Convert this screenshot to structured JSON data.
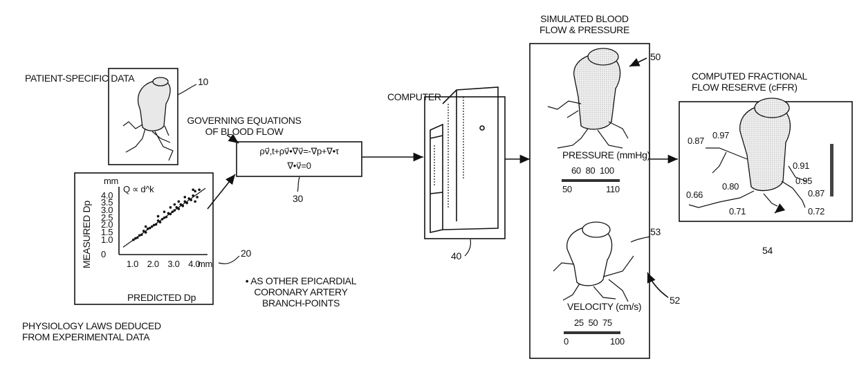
{
  "labels": {
    "patient_data": "PATIENT-SPECIFIC DATA",
    "ref_10": "10",
    "governing_line1": "GOVERNING EQUATIONS",
    "governing_line2": "OF BLOOD FLOW",
    "equation_line1": "ρv⃗,t+ρv⃗•∇v⃗=-∇p+∇•τ",
    "equation_line2": "∇•v⃗=0",
    "ref_30": "30",
    "computer": "COMPUTER",
    "ref_40": "40",
    "simulated_line1": "SIMULATED BLOOD",
    "simulated_line2": "FLOW & PRESSURE",
    "ref_50": "50",
    "pressure_label": "PRESSURE (mmHg)",
    "pressure_ticks_top": "60  80  100",
    "pressure_min": "50",
    "pressure_max": "110",
    "velocity_label": "VELOCITY (cm/s)",
    "velocity_ticks_top": "25  50  75",
    "velocity_min": "0",
    "velocity_max": "100",
    "ref_53": "53",
    "ref_52": "52",
    "cffr_line1": "COMPUTED FRACTIONAL",
    "cffr_line2": "FLOW RESERVE (cFFR)",
    "ref_54": "54",
    "cffr_values": [
      "0.87",
      "0.97",
      "0.91",
      "0.95",
      "0.80",
      "0.87",
      "0.66",
      "0.71",
      "0.72"
    ],
    "physiology_line1": "PHYSIOLOGY LAWS DEDUCED",
    "physiology_line2": "FROM EXPERIMENTAL DATA",
    "ref_20": "20",
    "note_line1": "• AS OTHER EPICARDIAL",
    "note_line2": "CORONARY ARTERY",
    "note_line3": "BRANCH-POINTS"
  },
  "chart_data": {
    "type": "scatter",
    "title": "Q ∝ d^k",
    "xlabel": "PREDICTED Dp",
    "ylabel": "MEASURED Dp",
    "x_unit": "mm",
    "y_unit": "mm",
    "x_ticks": [
      "1.0",
      "2.0",
      "3.0",
      "4.0"
    ],
    "y_ticks": [
      "0",
      "1.0",
      "1.5",
      "2.0",
      "2.5",
      "3.0",
      "3.5",
      "4.0"
    ],
    "xlim": [
      0.3,
      4.6
    ],
    "ylim": [
      0,
      4.6
    ],
    "points": [
      [
        1.0,
        1.0
      ],
      [
        1.1,
        1.1
      ],
      [
        1.2,
        1.15
      ],
      [
        1.3,
        1.3
      ],
      [
        1.4,
        1.35
      ],
      [
        1.5,
        1.6
      ],
      [
        1.6,
        1.5
      ],
      [
        1.7,
        1.75
      ],
      [
        1.8,
        1.8
      ],
      [
        1.9,
        1.9
      ],
      [
        2.0,
        2.0
      ],
      [
        2.1,
        2.05
      ],
      [
        2.2,
        2.3
      ],
      [
        2.3,
        2.2
      ],
      [
        2.4,
        2.4
      ],
      [
        2.5,
        2.5
      ],
      [
        2.6,
        2.55
      ],
      [
        2.7,
        2.8
      ],
      [
        2.8,
        2.75
      ],
      [
        2.9,
        2.9
      ],
      [
        3.0,
        3.0
      ],
      [
        3.1,
        3.2
      ],
      [
        3.2,
        3.1
      ],
      [
        3.3,
        3.4
      ],
      [
        3.4,
        3.3
      ],
      [
        3.5,
        3.6
      ],
      [
        3.6,
        3.5
      ],
      [
        3.7,
        3.8
      ],
      [
        3.8,
        3.7
      ],
      [
        3.9,
        4.0
      ],
      [
        4.0,
        4.3
      ],
      [
        4.1,
        3.9
      ],
      [
        4.2,
        4.4
      ],
      [
        2.2,
        2.6
      ],
      [
        3.0,
        3.4
      ],
      [
        3.5,
        3.9
      ],
      [
        1.6,
        1.9
      ],
      [
        2.8,
        3.2
      ],
      [
        4.0,
        3.6
      ],
      [
        2.5,
        2.9
      ],
      [
        3.2,
        3.6
      ],
      [
        3.9,
        4.4
      ]
    ],
    "fit_line": [
      [
        0.5,
        0.5
      ],
      [
        4.5,
        4.5
      ]
    ]
  }
}
